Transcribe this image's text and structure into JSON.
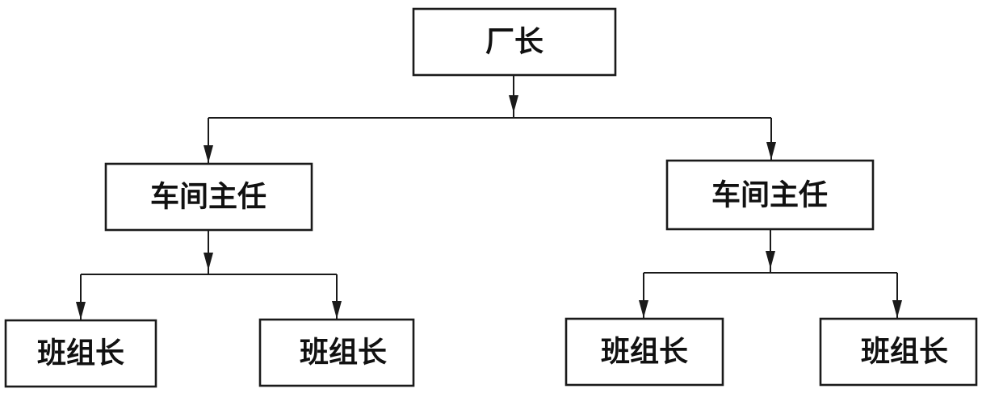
{
  "diagram": {
    "root": {
      "label": "厂长"
    },
    "workshops": [
      {
        "label": "车间主任",
        "teams": [
          {
            "label": "班组长"
          },
          {
            "label": "班组长"
          }
        ]
      },
      {
        "label": "车间主任",
        "teams": [
          {
            "label": "班组长"
          },
          {
            "label": "班组长"
          }
        ]
      }
    ],
    "colors": {
      "line": "#1a1a1a",
      "text": "#111111",
      "background": "#ffffff"
    }
  }
}
